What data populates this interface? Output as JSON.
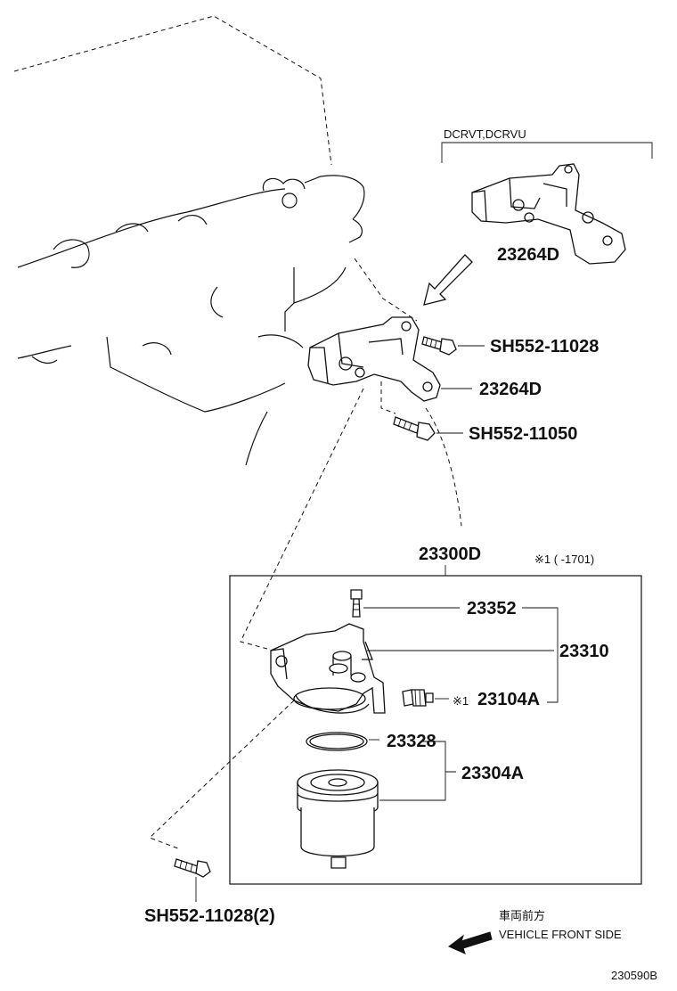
{
  "labels": {
    "variant_note": "DCRVT,DCRVU",
    "bracket_alt": "23264D",
    "bolt_top": "SH552-11028",
    "bracket": "23264D",
    "bolt_mid": "SH552-11050",
    "assembly": "23300D",
    "footnote": "※1 (      -1701)",
    "plug": "23352",
    "housing": "23310",
    "sensor_mark": "※1",
    "sensor": "23104A",
    "oring": "23328",
    "element": "23304A",
    "bolt_bottom": "SH552-11028(2)",
    "front_jp": "車両前方",
    "front_en": "VEHICLE FRONT SIDE",
    "diagram_code": "230590B"
  }
}
